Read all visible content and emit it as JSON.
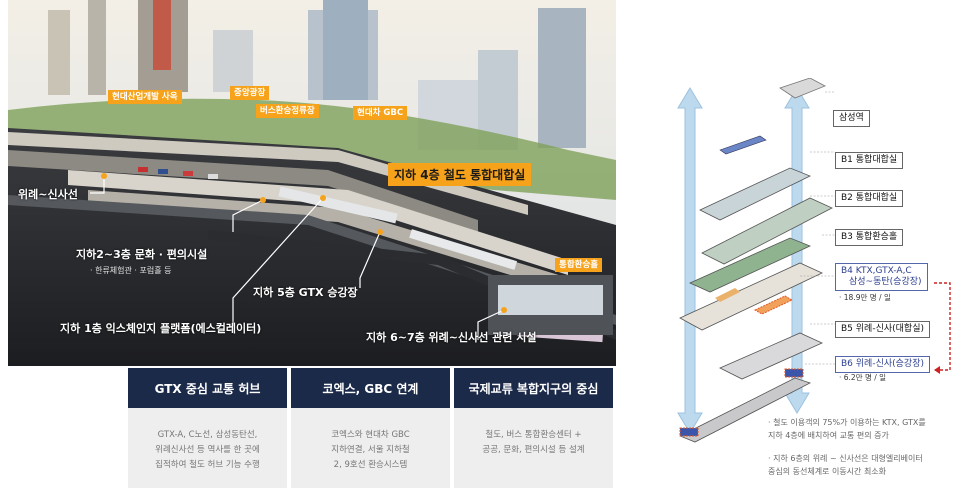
{
  "scene": {
    "tags": {
      "hyundai_hq": "현대산업개발 사옥",
      "central_plaza": "중앙광장",
      "bus_transfer": "버스환승정류장",
      "hyundai_gbc": "현대차 GBC",
      "transfer_hall": "통합환승홀"
    },
    "main_hall": "지하 4층 철도 통합대합실",
    "callouts": {
      "wirye": "위례~신사선",
      "b2b3": "지하2~3층 문화 · 편의시설",
      "b2b3_sub": "· 한류체험관 · 포럼홀 등",
      "b5": "지하 5층 GTX 승강장",
      "b1": "지하 1층 익스체인지 플랫폼(에스컬레이터)",
      "b6b7": "지하 6~7층 위례~신사선 관련 시설"
    }
  },
  "cards": [
    {
      "title": "GTX 중심 교통 허브",
      "lines": [
        "GTX-A, C노선, 삼성동탄선,",
        "위례신사선 등 역사를 한 곳에",
        "집적하여 철도 허브 기능 수행"
      ]
    },
    {
      "title": "코엑스, GBC 연계",
      "lines": [
        "코엑스와 현대차 GBC",
        "지하연결, 서울 지하철",
        "2, 9호선 환승시스템"
      ]
    },
    {
      "title": "국제교류 복합지구의 중심",
      "lines": [
        "철도, 버스 통합환승센터 +",
        "공공, 문화, 편의시설 등 설계"
      ]
    }
  ],
  "section": {
    "levels": {
      "samsung": "삼성역",
      "b1": "B1 통합대합실",
      "b2": "B2 통합대합실",
      "b3": "B3 통합환승홀",
      "b4_l1": "B4 KTX,GTX-A,C",
      "b4_l2": "삼성~동탄(승강장)",
      "b4_sub": "· 18.9만 명 / 일",
      "b5": "B5 위례-신사(대합실)",
      "b6": "B6 위례-신사(승강장)",
      "b6_sub": "· 6.2만 명 / 일"
    },
    "notes": [
      [
        "· 철도 이용객의 75%가 이용하는 KTX, GTX를",
        "  지하 4층에 배치하여 교통 편의 증가"
      ],
      [
        "· 지하 6층의 위례 ~ 신사선은 대형엘리베이터",
        "  중심의 동선체계로 이동시간 최소화"
      ]
    ],
    "colors": {
      "arrow": "#a9cdea",
      "highlight": "#e05a2a",
      "dashed_link": "#cc2222"
    }
  }
}
